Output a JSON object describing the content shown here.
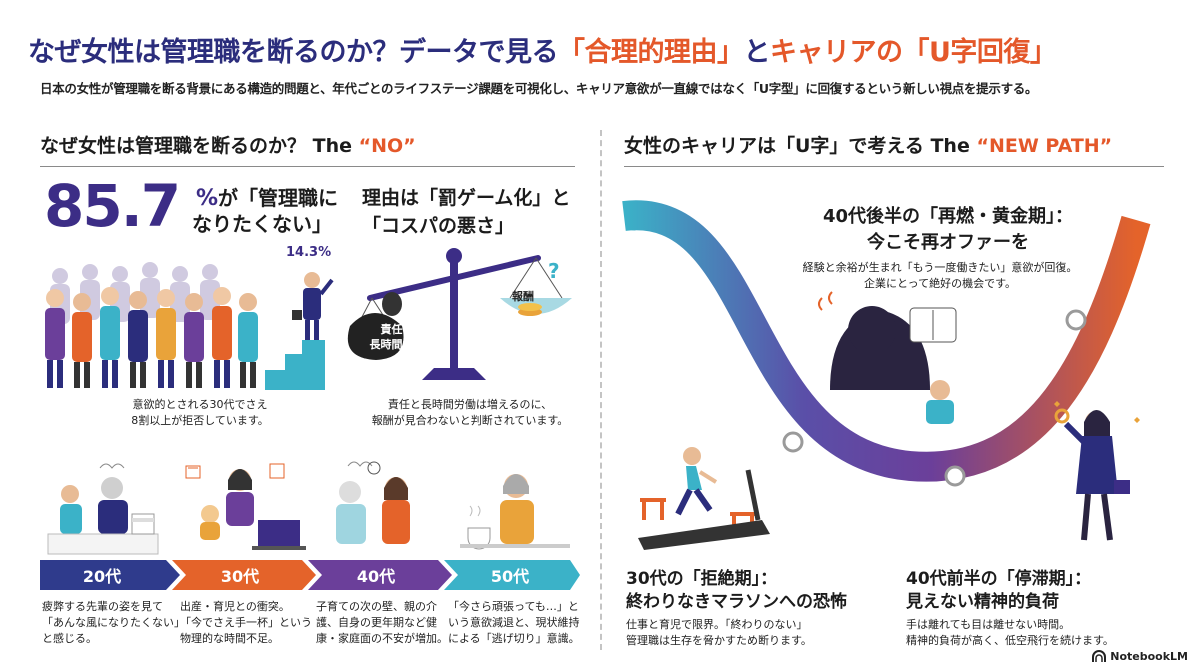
{
  "header": {
    "title_a": "なぜ女性は管理職を断るのか？データで見る",
    "title_b": "「合理的理由」",
    "title_c": "と",
    "title_d": "キャリアの「U字回復」",
    "subtitle": "日本の女性が管理職を断る背景にある構造的問題と、年代ごとのライフステージ課題を可視化し、キャリア意欲が一直線ではなく「U字型」に回復するという新しい視点を提示する。"
  },
  "left": {
    "heading_a": "なぜ女性は管理職を断るのか？ The ",
    "heading_b": "“NO”",
    "stat_value": "85.7",
    "stat_unit": "%",
    "stat_text_1": "が「管理職に",
    "stat_text_2": "なりたくない」",
    "minority_value": "14.3%",
    "stat_caption_1": "意欲的とされる30代でさえ",
    "stat_caption_2": "8割以上が拒否しています。",
    "reason_1": "理由は「罰ゲーム化」と",
    "reason_2": "「コスパの悪さ」",
    "scale_left_1": "責任・",
    "scale_left_2": "長時間労働",
    "scale_right": "報酬",
    "scale_question": "?",
    "reason_caption_1": "責任と長時間労働は増えるのに、",
    "reason_caption_2": "報酬が見合わないと判断されています。",
    "ages": [
      {
        "label": "20代",
        "color": "#2f3b8c",
        "desc_1": "疲弊する先輩の姿を見て",
        "desc_2": "「あんな風になりたくない」",
        "desc_3": "と感じる。"
      },
      {
        "label": "30代",
        "color": "#e4632a",
        "desc_1": "出産・育児との衝突。",
        "desc_2": "「今でさえ手一杯」という",
        "desc_3": "物理的な時間不足。"
      },
      {
        "label": "40代",
        "color": "#6b3f9a",
        "desc_1": "子育ての次の壁、親の介",
        "desc_2": "護、自身の更年期など健",
        "desc_3": "康・家庭面の不安が増加。"
      },
      {
        "label": "50代",
        "color": "#3bb2c8",
        "desc_1": "「今さら頑張っても…」と",
        "desc_2": "いう意欲減退と、現状維持",
        "desc_3": "による「逃げ切り」意識。"
      }
    ]
  },
  "right": {
    "heading_a": "女性のキャリアは「U字」で考える The ",
    "heading_b": "“NEW PATH”",
    "late40_title_1": "40代後半の「再燃・黄金期」：",
    "late40_title_2": "今こそ再オファーを",
    "late40_body_1": "経験と余裕が生まれ「もう一度働きたい」意欲が回復。",
    "late40_body_2": "企業にとって絶好の機会です。",
    "s30_title_1": "30代の「拒絶期」：",
    "s30_title_2": "終わりなきマラソンへの恐怖",
    "s30_body_1": "仕事と育児で限界。「終わりのない」",
    "s30_body_2": "管理職は生存を脅かすため断ります。",
    "early40_title_1": "40代前半の「停滞期」：",
    "early40_title_2": "見えない精神的負荷",
    "early40_body_1": "手は離れても目は離せない時間。",
    "early40_body_2": "精神的負荷が高く、低空飛行を続けます。"
  },
  "footer": {
    "logo": "NotebookLM"
  },
  "colors": {
    "navy": "#2b2d7c",
    "orange": "#e4582a",
    "purple": "#3c2d86",
    "teal": "#3bb2c8"
  }
}
